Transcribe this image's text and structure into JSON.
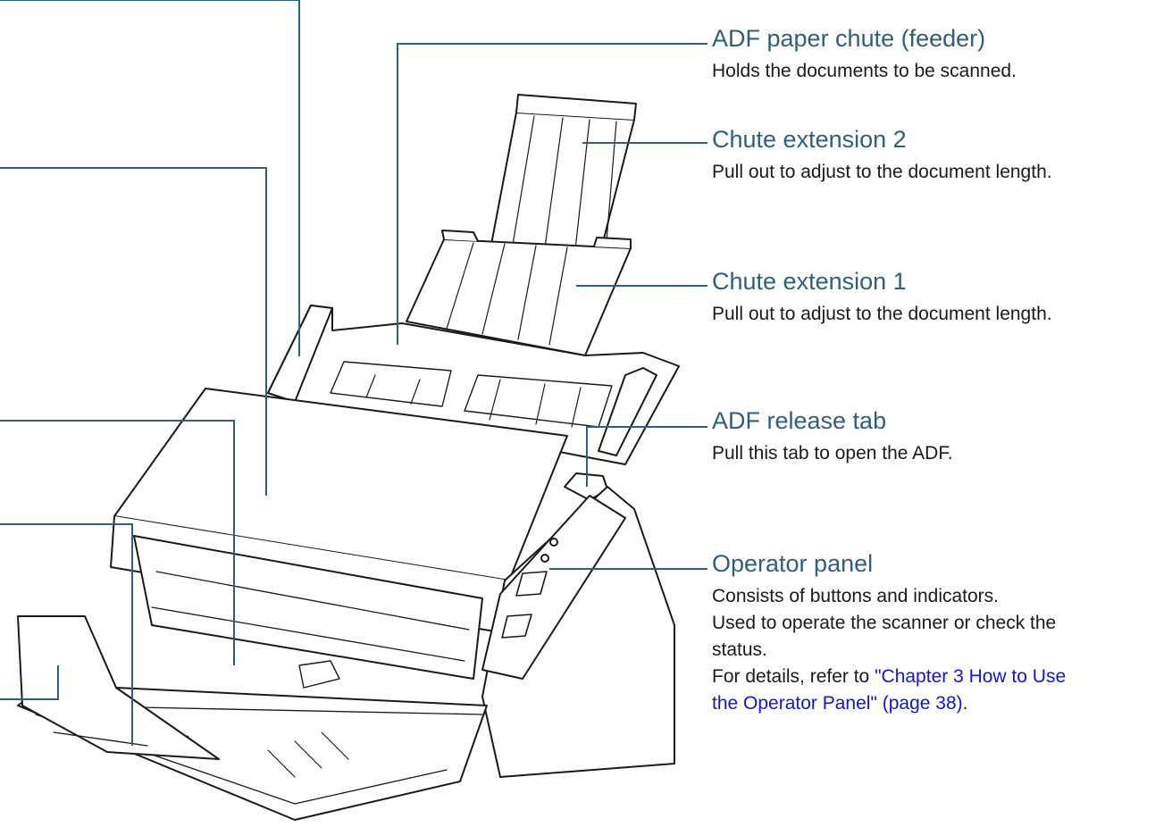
{
  "callouts": {
    "adf_paper_chute": {
      "title": "ADF paper chute (feeder)",
      "description": "Holds the documents to be scanned."
    },
    "chute_extension_2": {
      "title": "Chute extension 2",
      "description": "Pull out to adjust to the document length."
    },
    "chute_extension_1": {
      "title": "Chute extension 1",
      "description": "Pull out to adjust to the document length."
    },
    "adf_release_tab": {
      "title": "ADF release tab",
      "description": "Pull this tab to open the ADF."
    },
    "operator_panel": {
      "title": "Operator panel",
      "line1": "Consists of buttons and indicators.",
      "line2": "Used to operate the scanner or check the",
      "line3": "status.",
      "line4_prefix": "For details, refer to ",
      "link_part1": "\"Chapter 3 How to Use",
      "link_part2": "the Operator Panel\" (page 38)",
      "line5_suffix": "."
    }
  },
  "colors": {
    "leader_line": "#2f5f7a",
    "title_text": "#2f5f7a",
    "link_text": "#1414d2",
    "body_text": "#1a1a1a"
  }
}
